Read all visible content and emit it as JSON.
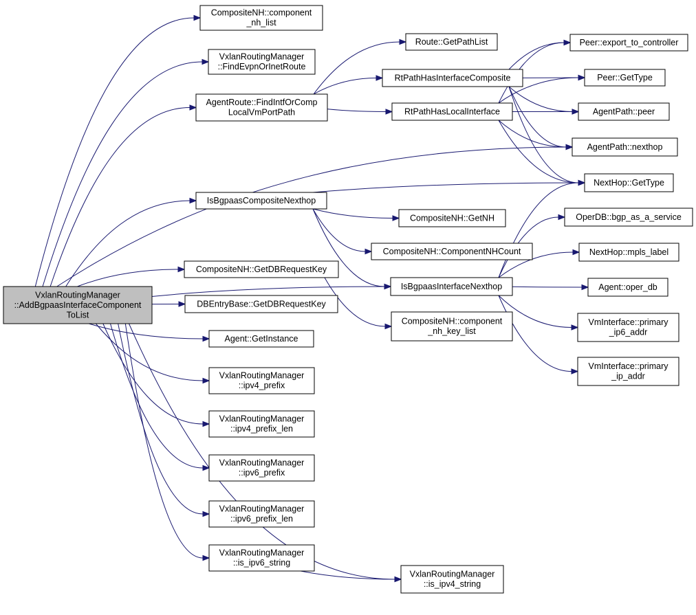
{
  "nodes": [
    {
      "id": "root",
      "lines": [
        "VxlanRoutingManager",
        "::AddBgpaasInterfaceComponent",
        "ToList"
      ],
      "root": true
    },
    {
      "id": "comp_nh_list",
      "lines": [
        "CompositeNH::component",
        "_nh_list"
      ]
    },
    {
      "id": "find_evpn",
      "lines": [
        "VxlanRoutingManager",
        "::FindEvpnOrInetRoute"
      ]
    },
    {
      "id": "find_intf",
      "lines": [
        "AgentRoute::FindIntfOrComp",
        "LocalVmPortPath"
      ]
    },
    {
      "id": "is_bgpaas_comp",
      "lines": [
        "IsBgpaasCompositeNexthop"
      ]
    },
    {
      "id": "get_db_req_key",
      "lines": [
        "CompositeNH::GetDBRequestKey"
      ]
    },
    {
      "id": "dbentry_key",
      "lines": [
        "DBEntryBase::GetDBRequestKey"
      ]
    },
    {
      "id": "get_instance",
      "lines": [
        "Agent::GetInstance"
      ]
    },
    {
      "id": "ipv4_prefix",
      "lines": [
        "VxlanRoutingManager",
        "::ipv4_prefix"
      ]
    },
    {
      "id": "ipv4_prefix_len",
      "lines": [
        "VxlanRoutingManager",
        "::ipv4_prefix_len"
      ]
    },
    {
      "id": "ipv6_prefix",
      "lines": [
        "VxlanRoutingManager",
        "::ipv6_prefix"
      ]
    },
    {
      "id": "ipv6_prefix_len",
      "lines": [
        "VxlanRoutingManager",
        "::ipv6_prefix_len"
      ]
    },
    {
      "id": "is_ipv6_string",
      "lines": [
        "VxlanRoutingManager",
        "::is_ipv6_string"
      ]
    },
    {
      "id": "route_getpathlist",
      "lines": [
        "Route::GetPathList"
      ]
    },
    {
      "id": "rt_has_intf_comp",
      "lines": [
        "RtPathHasInterfaceComposite"
      ]
    },
    {
      "id": "rt_has_local_intf",
      "lines": [
        "RtPathHasLocalInterface"
      ]
    },
    {
      "id": "comp_getnh",
      "lines": [
        "CompositeNH::GetNH"
      ]
    },
    {
      "id": "comp_count",
      "lines": [
        "CompositeNH::ComponentNHCount"
      ]
    },
    {
      "id": "is_bgpaas_intf",
      "lines": [
        "IsBgpaasInterfaceNexthop"
      ]
    },
    {
      "id": "comp_key_list",
      "lines": [
        "CompositeNH::component",
        "_nh_key_list"
      ]
    },
    {
      "id": "is_ipv4_string",
      "lines": [
        "VxlanRoutingManager",
        "::is_ipv4_string"
      ]
    },
    {
      "id": "peer_export",
      "lines": [
        "Peer::export_to_controller"
      ]
    },
    {
      "id": "peer_gettype",
      "lines": [
        "Peer::GetType"
      ]
    },
    {
      "id": "agentpath_peer",
      "lines": [
        "AgentPath::peer"
      ]
    },
    {
      "id": "agentpath_nexthop",
      "lines": [
        "AgentPath::nexthop"
      ]
    },
    {
      "id": "nexthop_gettype",
      "lines": [
        "NextHop::GetType"
      ]
    },
    {
      "id": "operdb_bgp",
      "lines": [
        "OperDB::bgp_as_a_service"
      ]
    },
    {
      "id": "nexthop_mpls",
      "lines": [
        "NextHop::mpls_label"
      ]
    },
    {
      "id": "agent_oper_db",
      "lines": [
        "Agent::oper_db"
      ]
    },
    {
      "id": "vmi_ip6",
      "lines": [
        "VmInterface::primary",
        "_ip6_addr"
      ]
    },
    {
      "id": "vmi_ip",
      "lines": [
        "VmInterface::primary",
        "_ip_addr"
      ]
    }
  ],
  "edges": [
    [
      "root",
      "comp_nh_list"
    ],
    [
      "root",
      "find_evpn"
    ],
    [
      "root",
      "find_intf"
    ],
    [
      "root",
      "agentpath_nexthop"
    ],
    [
      "root",
      "is_bgpaas_comp"
    ],
    [
      "root",
      "is_bgpaas_intf"
    ],
    [
      "root",
      "get_db_req_key"
    ],
    [
      "root",
      "dbentry_key"
    ],
    [
      "root",
      "get_instance"
    ],
    [
      "root",
      "ipv4_prefix"
    ],
    [
      "root",
      "ipv4_prefix_len"
    ],
    [
      "root",
      "ipv6_prefix"
    ],
    [
      "root",
      "ipv6_prefix_len"
    ],
    [
      "root",
      "is_ipv6_string"
    ],
    [
      "root",
      "is_ipv4_string"
    ],
    [
      "find_intf",
      "route_getpathlist"
    ],
    [
      "find_intf",
      "rt_has_intf_comp"
    ],
    [
      "find_intf",
      "rt_has_local_intf"
    ],
    [
      "rt_has_intf_comp",
      "peer_export"
    ],
    [
      "rt_has_intf_comp",
      "peer_gettype"
    ],
    [
      "rt_has_intf_comp",
      "agentpath_peer"
    ],
    [
      "rt_has_intf_comp",
      "agentpath_nexthop"
    ],
    [
      "rt_has_intf_comp",
      "nexthop_gettype"
    ],
    [
      "rt_has_local_intf",
      "peer_export"
    ],
    [
      "rt_has_local_intf",
      "peer_gettype"
    ],
    [
      "rt_has_local_intf",
      "agentpath_peer"
    ],
    [
      "rt_has_local_intf",
      "agentpath_nexthop"
    ],
    [
      "rt_has_local_intf",
      "nexthop_gettype"
    ],
    [
      "is_bgpaas_comp",
      "nexthop_gettype"
    ],
    [
      "is_bgpaas_comp",
      "comp_getnh"
    ],
    [
      "is_bgpaas_comp",
      "comp_count"
    ],
    [
      "is_bgpaas_comp",
      "is_bgpaas_intf"
    ],
    [
      "is_bgpaas_intf",
      "nexthop_gettype"
    ],
    [
      "is_bgpaas_intf",
      "operdb_bgp"
    ],
    [
      "is_bgpaas_intf",
      "nexthop_mpls"
    ],
    [
      "is_bgpaas_intf",
      "agent_oper_db"
    ],
    [
      "is_bgpaas_intf",
      "vmi_ip6"
    ],
    [
      "is_bgpaas_intf",
      "vmi_ip"
    ],
    [
      "get_db_req_key",
      "comp_key_list"
    ],
    [
      "is_ipv6_string",
      "is_ipv4_string"
    ]
  ]
}
